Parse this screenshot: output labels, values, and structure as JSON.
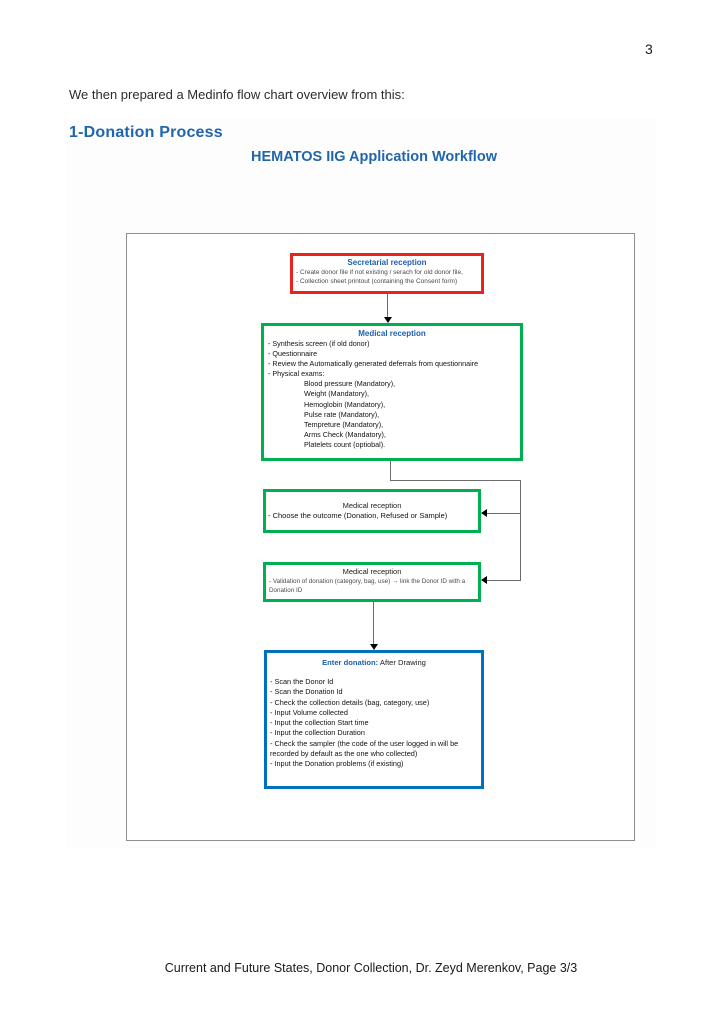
{
  "page": {
    "page_number": "3",
    "intro_text": "We then prepared a Medinfo flow chart overview from this:",
    "footer": "Current and Future States, Donor Collection, Dr. Zeyd Merenkov, Page 3/3"
  },
  "figure": {
    "section_heading": "1-Donation Process",
    "chart_title": "HEMATOS IIG Application Workflow",
    "colors": {
      "accent_blue": "#1e5fae",
      "heading_blue": "#2166ad",
      "box_red": "#e8231d",
      "box_green": "#00b050",
      "box_blue": "#0070c0",
      "connector_gray": "#6b6b6b"
    },
    "boxes": {
      "secretarial": {
        "title": "Secretarial reception",
        "items": [
          "- Create donor file if not existing / serach for old donor file,",
          "- Collection sheet printout (containing the Consent form)"
        ]
      },
      "medical_main": {
        "title": "Medical reception",
        "items": [
          "- Synthesis screen (if old donor)",
          "- Questionnaire",
          "- Review the Automatically generated deferrals from questionnaire",
          "- Physical exams:"
        ],
        "exam_items": [
          "Blood pressure (Mandatory),",
          "Weight (Mandatory),",
          "Hemoglobin (Mandatory),",
          "Pulse rate (Mandatory),",
          "Tempreture (Mandatory),",
          "Arms Check (Mandatory),",
          "Platelets count (optiobal)."
        ]
      },
      "medical_outcome": {
        "title": "Medical reception",
        "items": [
          "- Choose the outcome (Donation, Refused or Sample)"
        ]
      },
      "medical_validation": {
        "title": "Medical reception",
        "items": [
          "- Validation of donation (category, bag, use) →  link the Donor ID with a Donation ID"
        ]
      },
      "enter_donation": {
        "title_bold": "Enter donation:",
        "title_rest": " After Drawing",
        "items": [
          "- Scan the Donor Id",
          "- Scan the Donation Id",
          "- Check the collection details (bag, category, use)",
          "- Input Volume collected",
          "- Input the collection Start time",
          "- Input the collection Duration",
          "- Check the sampler (the code of the user logged in will be recorded by default as the one who collected)",
          "- Input the Donation problems (if existing)"
        ]
      }
    }
  }
}
